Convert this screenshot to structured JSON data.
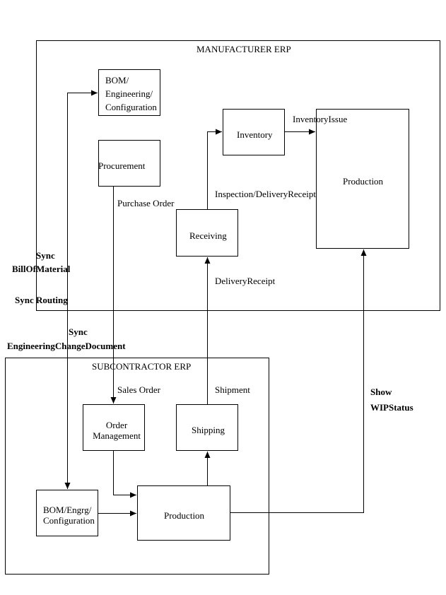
{
  "diagram": {
    "containers": {
      "manufacturer": {
        "title": "MANUFACTURER ERP"
      },
      "subcontractor": {
        "title": "SUBCONTRACTOR ERP"
      }
    },
    "nodes": {
      "mfg_bom": {
        "line1": "BOM/",
        "line2": "Engineering/",
        "line3": "Configuration"
      },
      "mfg_procurement": {
        "label": "Procurement"
      },
      "mfg_inventory": {
        "label": "Inventory"
      },
      "mfg_production": {
        "label": "Production"
      },
      "mfg_receiving": {
        "label": "Receiving"
      },
      "sub_order_mgmt": {
        "line1": "Order",
        "line2": "Management"
      },
      "sub_shipping": {
        "label": "Shipping"
      },
      "sub_bom": {
        "line1": "BOM/Engrg/",
        "line2": "Configuration"
      },
      "sub_production": {
        "label": "Production"
      }
    },
    "edge_labels": {
      "inventory_issue": "InventoryIssue",
      "inspection_delivery_receipt": "Inspection/DeliveryReceipt",
      "purchase_order": "Purchase Order",
      "delivery_receipt": "DeliveryReceipt",
      "sync_bom_1": "Sync",
      "sync_bom_2": "BillOfMaterial",
      "sync_routing": "Sync Routing",
      "sync_ecd_1": "Sync",
      "sync_ecd_2": "EngineeringChangeDocument",
      "sales_order": "Sales Order",
      "shipment": "Shipment",
      "show_wip_1": "Show",
      "show_wip_2": "WIPStatus"
    },
    "edges": [
      {
        "from": "mfg_procurement",
        "to": "sub_order_mgmt",
        "label": "Purchase Order / Sales Order"
      },
      {
        "from": "sub_shipping",
        "to": "mfg_receiving",
        "label": "Shipment / DeliveryReceipt"
      },
      {
        "from": "mfg_receiving",
        "to": "mfg_inventory",
        "label": "Inspection/DeliveryReceipt"
      },
      {
        "from": "mfg_inventory",
        "to": "mfg_production",
        "label": "InventoryIssue"
      },
      {
        "from": "sub_production",
        "to": "mfg_production",
        "label": "Show WIPStatus"
      },
      {
        "from": "sub_bom",
        "to": "mfg_bom",
        "label": "Sync BillOfMaterial / Sync Routing / Sync EngineeringChangeDocument",
        "bidirectional": true
      },
      {
        "from": "sub_order_mgmt",
        "to": "sub_production"
      },
      {
        "from": "sub_bom",
        "to": "sub_production"
      },
      {
        "from": "sub_production",
        "to": "sub_shipping"
      }
    ]
  }
}
